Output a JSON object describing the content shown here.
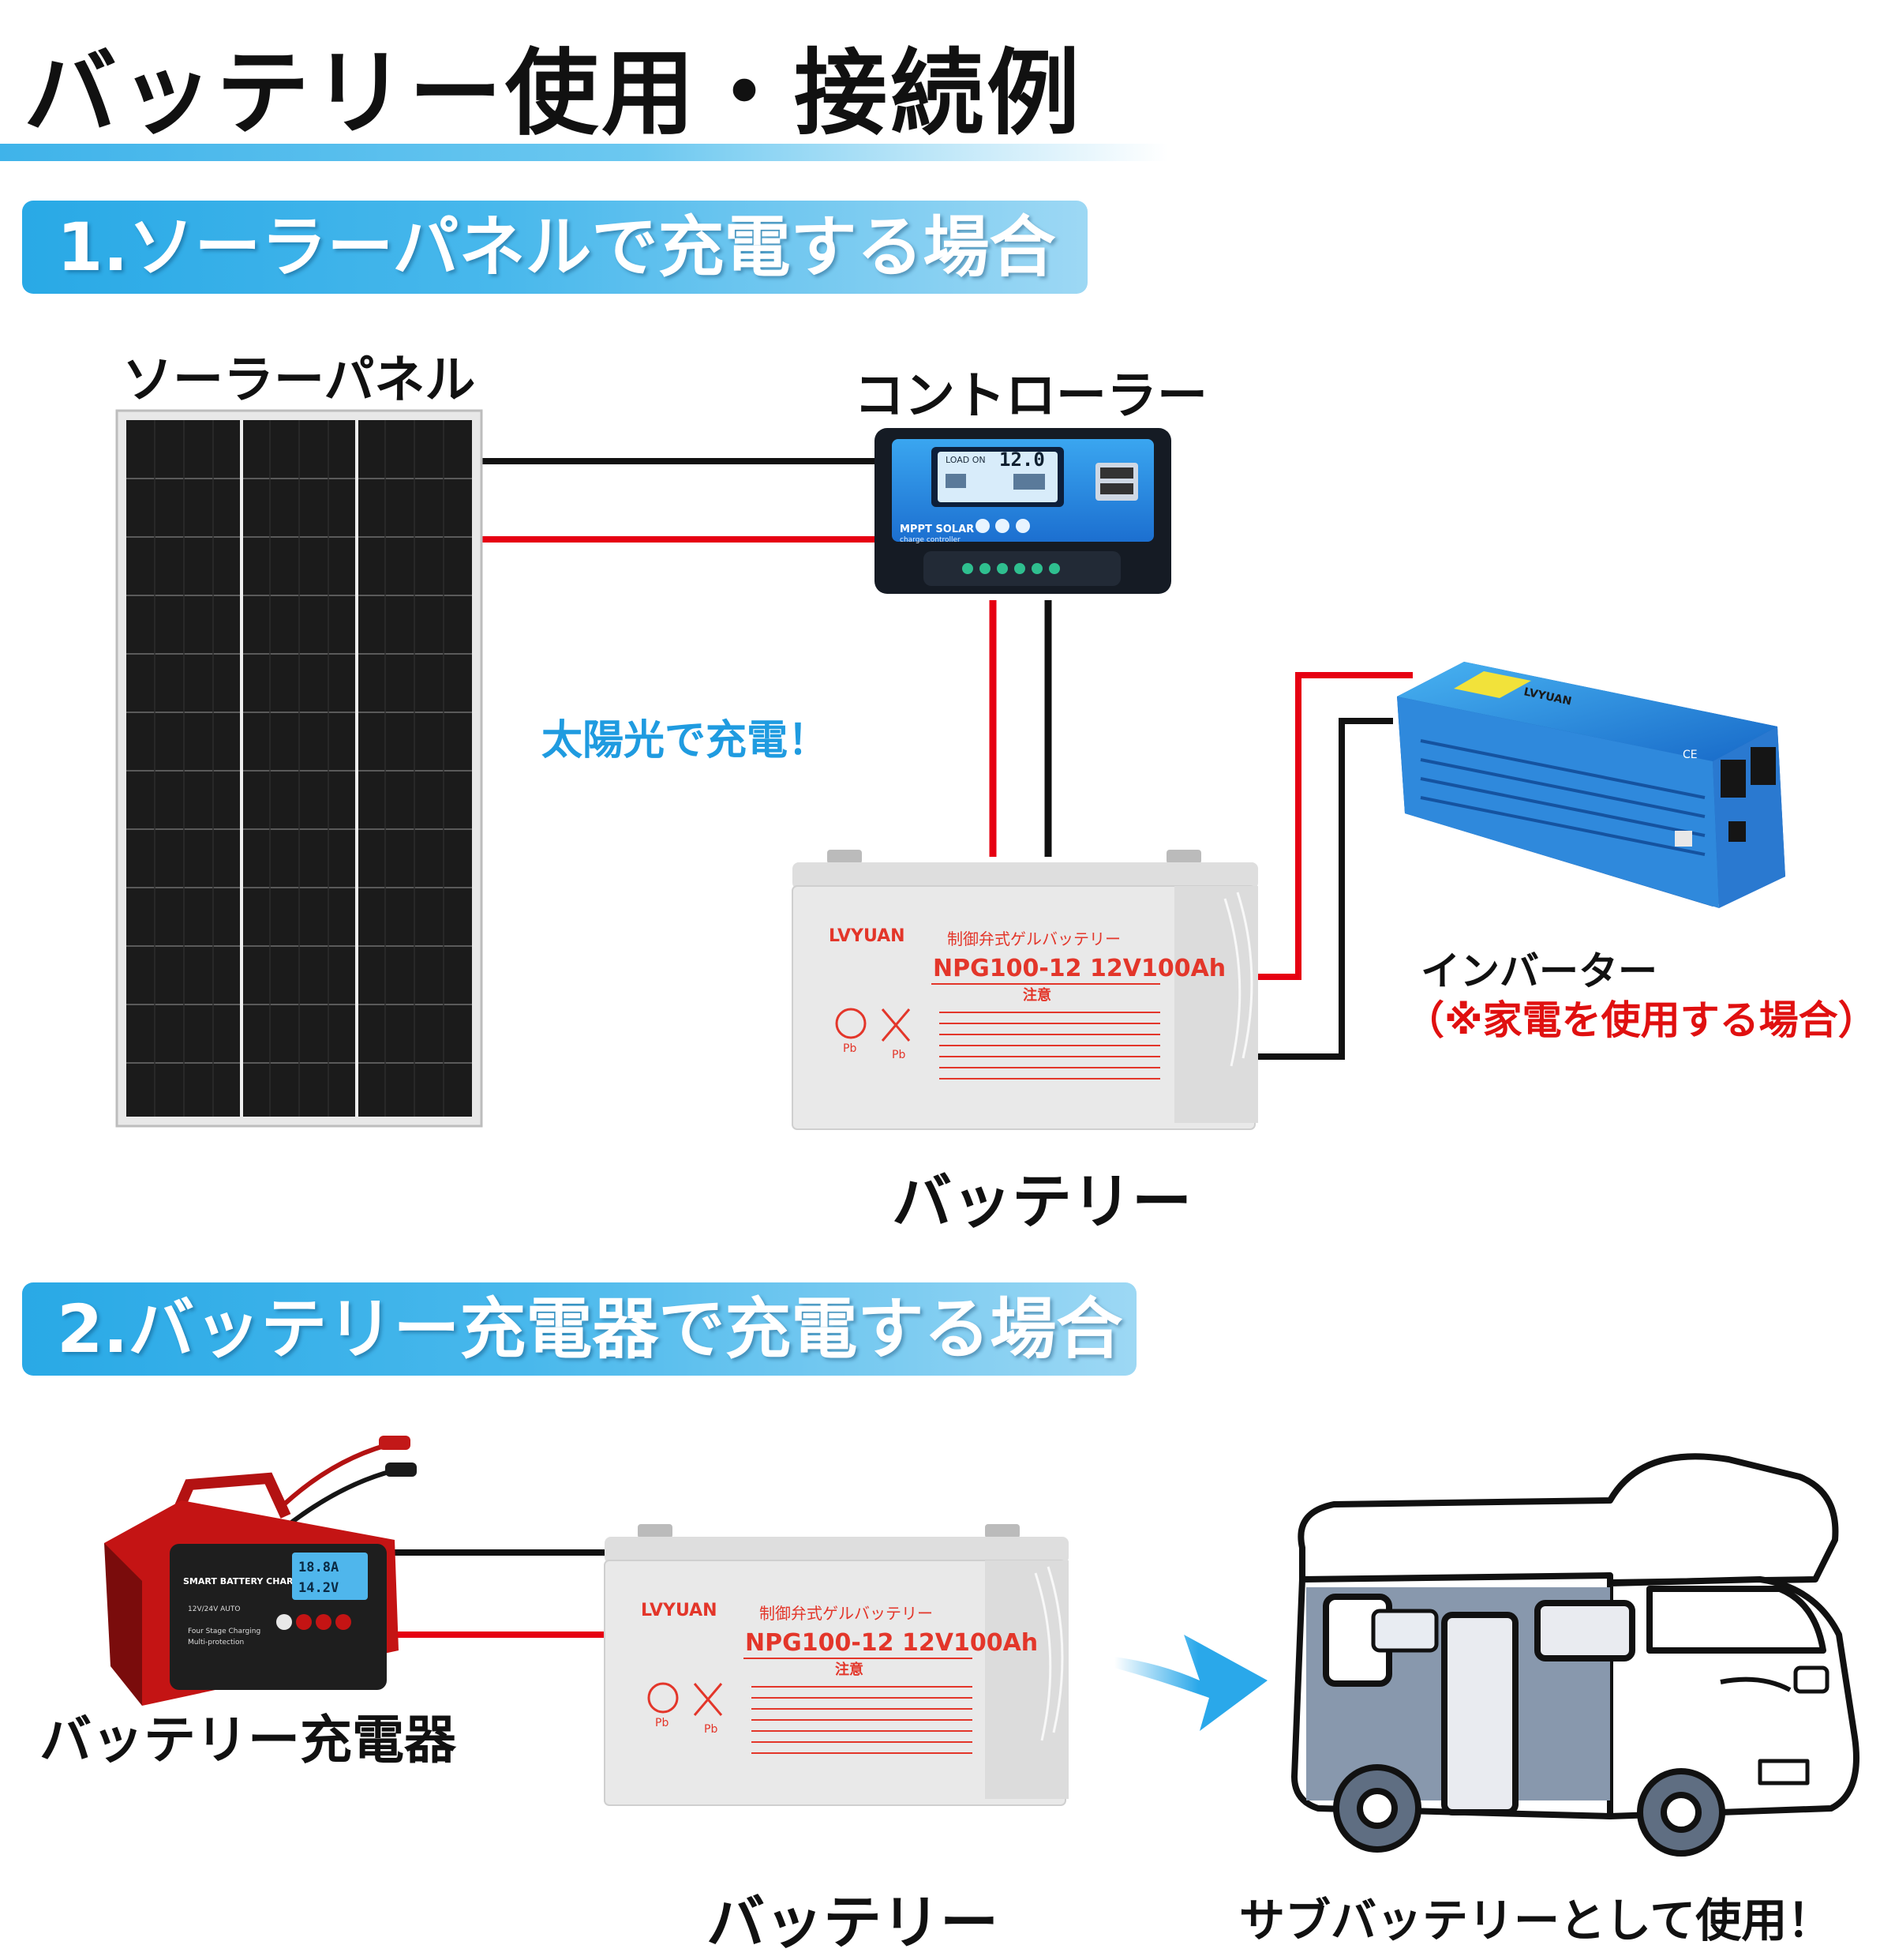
{
  "title": "バッテリー使用・接続例",
  "section1": {
    "heading": "1.ソーラーパネルで充電する場合",
    "solar_panel_label": "ソーラーパネル",
    "controller_label": "コントローラー",
    "sunlight_note": "太陽光で充電！",
    "inverter_label": "インバーター",
    "inverter_note": "（※家電を使用する場合）",
    "battery_label": "バッテリー"
  },
  "section2": {
    "heading": "2.バッテリー充電器で充電する場合",
    "charger_label": "バッテリー充電器",
    "battery_label": "バッテリー",
    "camper_label": "サブバッテリーとして使用！"
  },
  "controller": {
    "display": "12.0",
    "load_on": "LOAD ON",
    "brand": "MPPT SOLAR",
    "sub": "charge controller"
  },
  "inverter": {
    "brand": "LVYUAN",
    "ce": "CE"
  },
  "battery": {
    "brand": "LVYUAN",
    "type": "制御弁式ゲルバッテリー",
    "model": "NPG100-12 12V100Ah",
    "caution": "注意",
    "pb": "Pb"
  },
  "charger": {
    "title": "SMART BATTERY CHARGER",
    "reading1": "18.8A",
    "reading2": "14.2V",
    "mode": "12V/24V AUTO",
    "feature1": "Four Stage Charging",
    "feature2": "Multi-protection"
  },
  "colors": {
    "wire_red": "#e60012",
    "wire_black": "#111111",
    "accent_blue": "#29a9e6",
    "arrow_blue": "#2aa8ea"
  }
}
